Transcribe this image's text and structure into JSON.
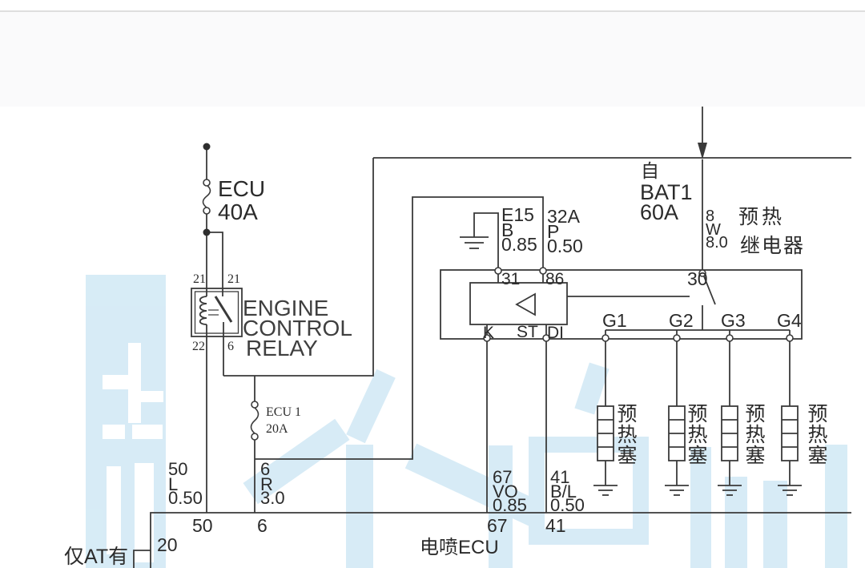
{
  "page": {
    "background": "#ffffff",
    "top_panel_color": "#fafafb",
    "line_color": "#3a3a3a",
    "watermark_color": "#bfe0f1"
  },
  "diagram": {
    "battery": {
      "from": "自",
      "name": "BAT1",
      "rating": "60A"
    },
    "battery_wire": {
      "pin": "8",
      "color": "W",
      "size": "8.0"
    },
    "main_fuse": {
      "name": "ECU",
      "rating": "40A"
    },
    "engine_relay": {
      "title": [
        "ENGINE",
        "CONTROL",
        "RELAY"
      ],
      "pin_top_left": "21",
      "pin_top_right": "21",
      "pin_bottom_left": "22",
      "pin_bottom_right": "6"
    },
    "sub_fuse": {
      "name": "ECU 1",
      "rating": "20A"
    },
    "glow_relay": {
      "label_line1": "预热",
      "label_line2": "继电器",
      "pin_31": "31",
      "pin_86": "86",
      "pin_30": "30",
      "pin_k": "K",
      "pin_st": "ST",
      "pin_di": "DI",
      "outputs": [
        "G1",
        "G2",
        "G3",
        "G4"
      ]
    },
    "ground_wire": {
      "pin": "E15",
      "color": "B",
      "size": "0.85"
    },
    "coil_wire": {
      "pin": "32A",
      "color": "P",
      "size": "0.50"
    },
    "wire_50": {
      "num": "50",
      "color": "L",
      "size": "0.50"
    },
    "wire_6": {
      "num": "6",
      "color": "R",
      "size": "3.0"
    },
    "wire_67": {
      "num": "67",
      "color": "VO",
      "size": "0.85"
    },
    "wire_41": {
      "num": "41",
      "color": "B/L",
      "size": "0.50"
    },
    "glow_plug_label": "预热塞",
    "ecu": {
      "label": "电喷ECU",
      "pin_50": "50",
      "pin_6": "6",
      "pin_67": "67",
      "pin_41": "41",
      "pin_20": "20"
    },
    "note_at": "仅AT有"
  }
}
